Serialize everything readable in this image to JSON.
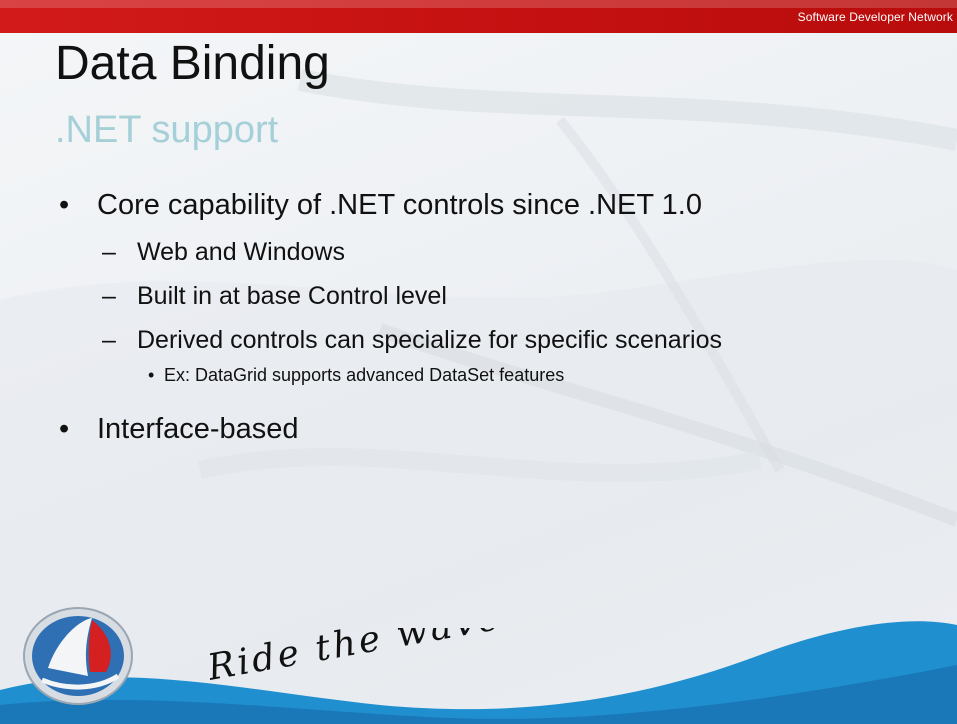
{
  "header": {
    "brand": "Software Developer Network"
  },
  "slide": {
    "title": "Data Binding",
    "subtitle": ".NET support",
    "bullets": [
      {
        "text": "Core capability of .NET controls since .NET 1.0"
      },
      {
        "text": "Web and Windows"
      },
      {
        "text": "Built in at base Control level"
      },
      {
        "text": "Derived controls can specialize for specific scenarios"
      },
      {
        "text": "Ex: DataGrid supports advanced DataSet features"
      },
      {
        "text": "Interface-based"
      }
    ],
    "bullet_glyph": "•",
    "dash_glyph": "–"
  },
  "footer": {
    "tagline": "Ride the wave",
    "logo_icon": "sailboat-logo-icon"
  },
  "colors": {
    "accent_red": "#c41010",
    "subtitle": "#a6d0d8",
    "wave_blue": "#1f8fd0",
    "title_text": "#111111"
  }
}
